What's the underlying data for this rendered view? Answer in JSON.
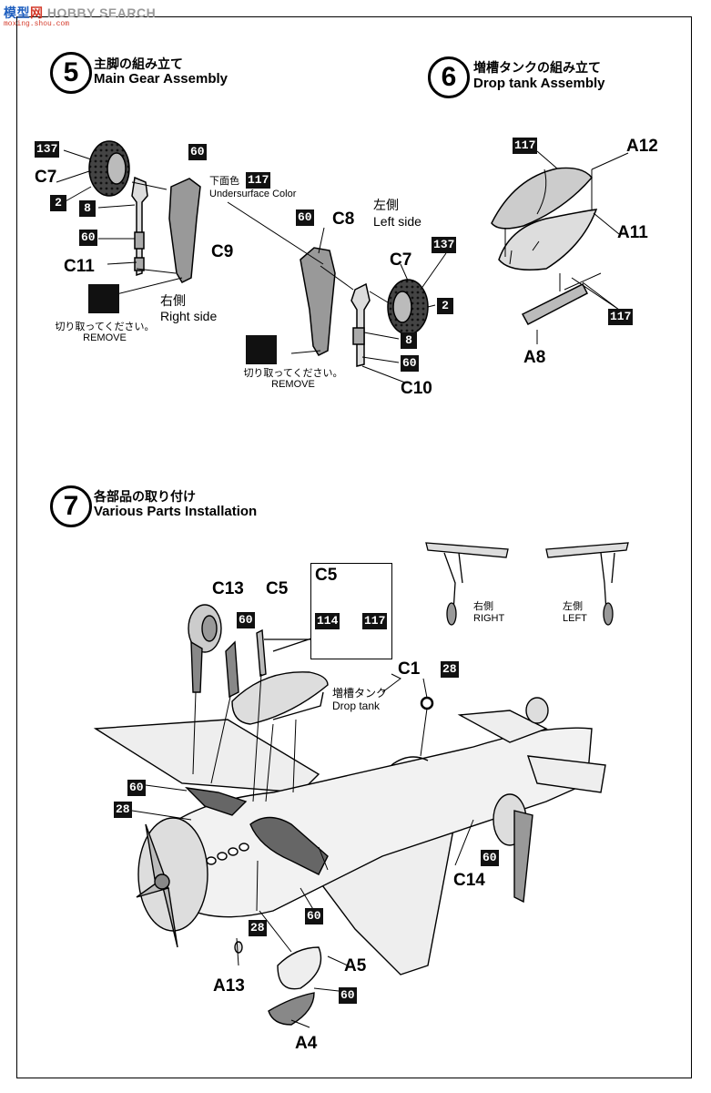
{
  "watermark": {
    "part1": "模型",
    "part2": "网",
    "part3": "HOBBY SEARCH",
    "sub": "moxing.shou.com"
  },
  "step5": {
    "number": "5",
    "title_jp": "主脚の組み立て",
    "title_en": "Main Gear Assembly"
  },
  "step6": {
    "number": "6",
    "title_jp": "増槽タンクの組み立て",
    "title_en": "Drop tank Assembly"
  },
  "step7": {
    "number": "7",
    "title_jp": "各部品の取り付け",
    "title_en": "Various Parts Installation"
  },
  "parts": {
    "c7": "C7",
    "c9": "C9",
    "c11": "C11",
    "c8": "C8",
    "c10": "C10",
    "a12": "A12",
    "a11": "A11",
    "a8": "A8",
    "c13": "C13",
    "c5": "C5",
    "c1": "C1",
    "c14": "C14",
    "a5": "A5",
    "a4": "A4",
    "a13": "A13"
  },
  "colors": {
    "c137": "137",
    "c2": "2",
    "c8": "8",
    "c60": "60",
    "c117": "117",
    "c114": "114",
    "c28": "28"
  },
  "notes": {
    "undersurface_jp": "下面色",
    "undersurface_en": "Undersurface Color",
    "right_jp": "右側",
    "right_en": "Right side",
    "left_jp": "左側",
    "left_en": "Left side",
    "remove_jp": "切り取ってください。",
    "remove_en": "REMOVE",
    "right_small_jp": "右側",
    "right_small_en": "RIGHT",
    "left_small_jp": "左側",
    "left_small_en": "LEFT",
    "droptank_jp": "増槽タンク",
    "droptank_en": "Drop tank"
  },
  "style": {
    "ink": "#000000",
    "gray": "#8a8a8a",
    "lightgray": "#d8d8d8"
  }
}
